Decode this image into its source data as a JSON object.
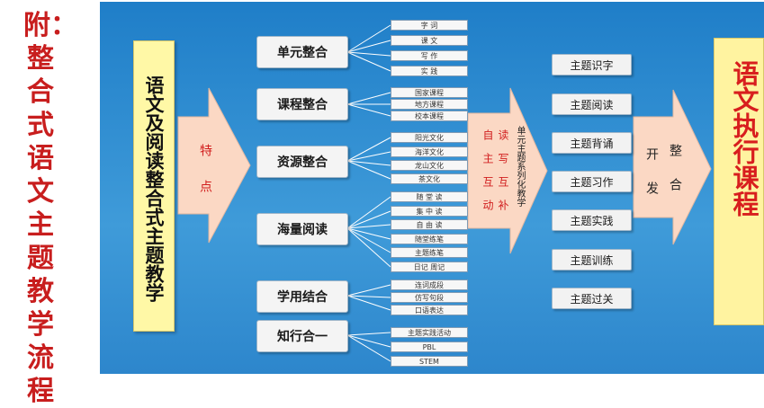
{
  "title": "附：整合式语文主题教学流程",
  "center_label": "语文及阅读整合式主题教学",
  "feature_label": "特点",
  "categories": [
    {
      "label": "单元整合",
      "items": [
        "字 词",
        "课 文",
        "写 作",
        "实 践"
      ]
    },
    {
      "label": "课程整合",
      "items": [
        "国家课程",
        "地方课程",
        "校本课程"
      ]
    },
    {
      "label": "资源整合",
      "items": [
        "阳光文化",
        "海洋文化",
        "龙山文化",
        "茶文化"
      ]
    },
    {
      "label": "海量阅读",
      "items": [
        "随 堂 读",
        "集 中 读",
        "自 由 读",
        "随堂练笔",
        "主题练笔",
        "日记 周记"
      ]
    },
    {
      "label": "学用结合",
      "items": [
        "连词成段",
        "仿写句段",
        "口语表达"
      ]
    },
    {
      "label": "知行合一",
      "items": [
        "主题实践活动",
        "PBL",
        "STEM"
      ]
    }
  ],
  "mid_arrow": {
    "col1": "自主互动",
    "col2": "读写互补",
    "col3": "单元主题系列化教学"
  },
  "topics": [
    "主题识字",
    "主题阅读",
    "主题背诵",
    "主题习作",
    "主题实践",
    "主题训练",
    "主题过关"
  ],
  "develop_arrow": {
    "col1": "开发",
    "col2": "整合"
  },
  "final_label": "语文执行课程"
}
